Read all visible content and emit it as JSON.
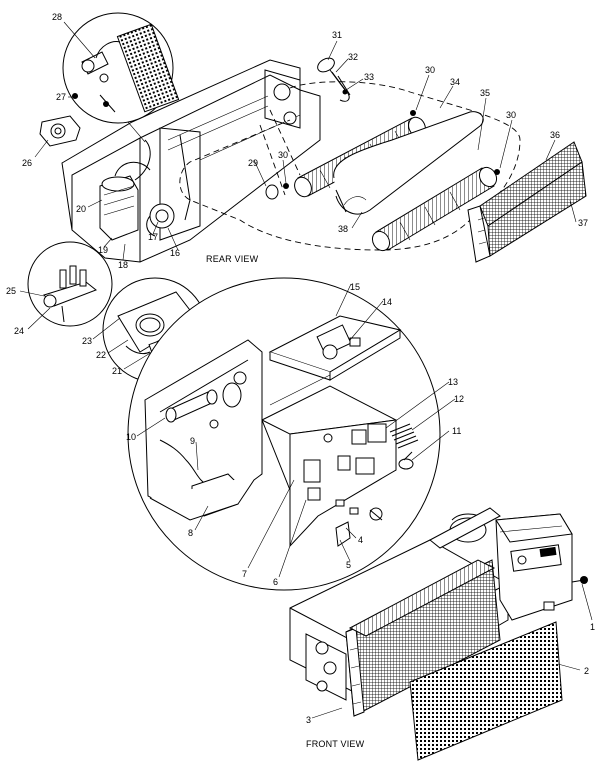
{
  "views": {
    "rear": "REAR VIEW",
    "front": "FRONT VIEW"
  },
  "callouts": {
    "c1": "1",
    "c2": "2",
    "c3": "3",
    "c4": "4",
    "c5": "5",
    "c6": "6",
    "c7": "7",
    "c8": "8",
    "c9": "9",
    "c10": "10",
    "c11": "11",
    "c12": "12",
    "c13": "13",
    "c14": "14",
    "c15": "15",
    "c16": "16",
    "c17": "17",
    "c18": "18",
    "c19": "19",
    "c20": "20",
    "c21": "21",
    "c22": "22",
    "c23": "23",
    "c24": "24",
    "c25": "25",
    "c26": "26",
    "c27": "27",
    "c28": "28",
    "c29": "29",
    "c30a": "30",
    "c30b": "30",
    "c30c": "30",
    "c31": "31",
    "c32": "32",
    "c33": "33",
    "c34": "34",
    "c35": "35",
    "c36": "36",
    "c37": "37",
    "c38": "38"
  }
}
